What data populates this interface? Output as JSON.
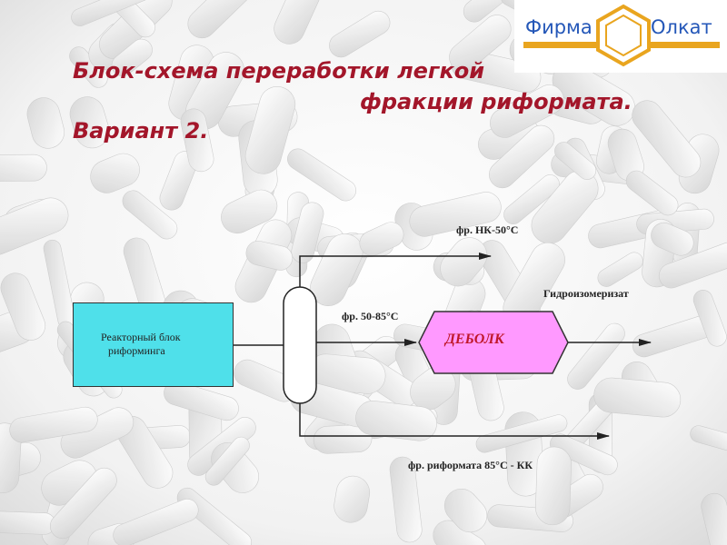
{
  "logo": {
    "left_word": "Фирма",
    "right_word": "Олкат",
    "bar_color": "#e9a51f",
    "hex_color": "#e9a51f",
    "text_color": "#2457b8"
  },
  "title": {
    "line1": "Блок-схема переработки легкой",
    "line2": "фракции риформата.",
    "line3": "Вариант 2.",
    "color": "#a3162a"
  },
  "diagram": {
    "reactor_block": {
      "line1": "Реакторный блок",
      "line2": "риформинга",
      "color": "#4fe0ea"
    },
    "column": {
      "icon": "distillation-column-icon"
    },
    "debolk": {
      "label": "ДЕБОЛК",
      "fill": "#ff99ff",
      "text_color": "#c0182a"
    },
    "labels": {
      "top_stream": "фр. НК-50°С",
      "middle_stream": "фр. 50-85°С",
      "product": "Гидроизомеризат",
      "bottom_stream": "фр. риформата 85°С - КК"
    }
  }
}
